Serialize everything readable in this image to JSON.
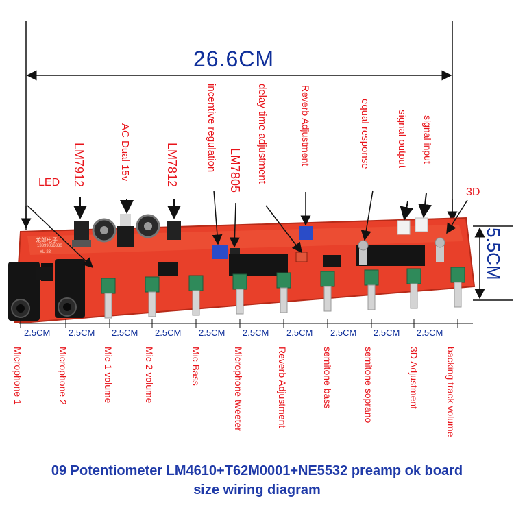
{
  "dimensions": {
    "length": "26.6CM",
    "height": "5.5CM",
    "spacing_label": "2.5CM"
  },
  "top_labels": {
    "led": "LED",
    "lm7912": "LM7912",
    "ac_dual": "AC Dual 15v",
    "lm7812": "LM7812",
    "incentive": "incentive regulation",
    "lm7805": "LM7805",
    "delay": "delay time adjustment",
    "reverb": "Reverb Adjustment",
    "equal": "equal response",
    "signal_output": "signal output",
    "signal_input": "signal input",
    "three_d": "3D"
  },
  "bottom_labels": [
    "Microphone 1",
    "Microphone 2",
    "Mic 1 volume",
    "Mic 2 volume",
    "Mic Bass",
    "Microphone tweeter",
    "Reverb Adjustment",
    "semitone bass",
    "semitone soprano",
    "3D Adjustment",
    "backing track volume"
  ],
  "board_text": {
    "brand": "龙郎电子",
    "phone": "13399866330",
    "model": "YL-23"
  },
  "caption": {
    "line1": "09 Potentiometer LM4610+T62M0001+NE5532 preamp ok board",
    "line2": "size wiring diagram"
  },
  "colors": {
    "board": "#e8402a",
    "label": "#e8141b",
    "dimension": "#0f2f9a",
    "caption": "#1f3aa8"
  }
}
